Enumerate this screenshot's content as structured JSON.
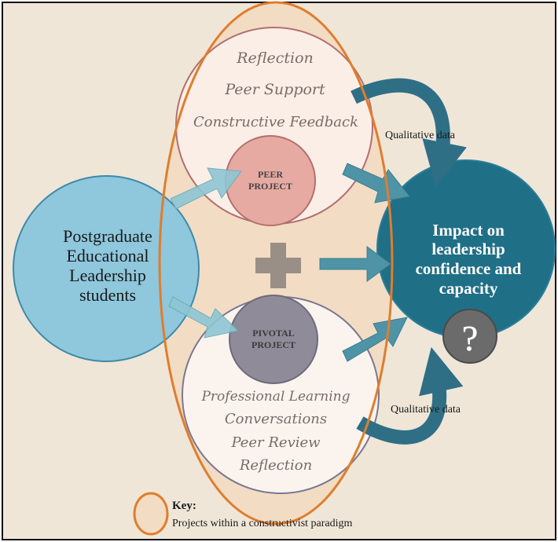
{
  "left_circle": {
    "lines": [
      "Postgraduate",
      "Educational",
      "Leadership",
      "students"
    ]
  },
  "peer": {
    "lines": [
      "Reflection",
      "Peer Support",
      "Constructive Feedback"
    ],
    "project_lines": [
      "PEER",
      "PROJECT"
    ]
  },
  "pivotal": {
    "project_lines": [
      "PIVOTAL",
      "PROJECT"
    ],
    "lines": [
      "Professional Learning",
      "Conversations",
      "Peer Review",
      "Reflection"
    ]
  },
  "impact": {
    "lines": [
      "Impact on",
      "leadership",
      "confidence and",
      "capacity"
    ],
    "question_icon": "question-mark-icon"
  },
  "qualitative_top": "Qualitative  data",
  "qualitative_bottom": "Qualitative data",
  "plus_icon": "plus-icon",
  "key": {
    "title": "Key:",
    "description": "Projects within a constructivist paradigm"
  },
  "colors": {
    "background": "#efe6d8",
    "frame": "#111111",
    "left_circle": "#8fc7dc",
    "peer_outer": "#fbeee6",
    "peer_project": "#e6aaa2",
    "pivotal_outer": "#fbf4ee",
    "pivotal_project": "#8f8b98",
    "impact": "#1f6f87",
    "arrow": "#4f93a6",
    "orange_ellipse": "#e07d2c"
  }
}
